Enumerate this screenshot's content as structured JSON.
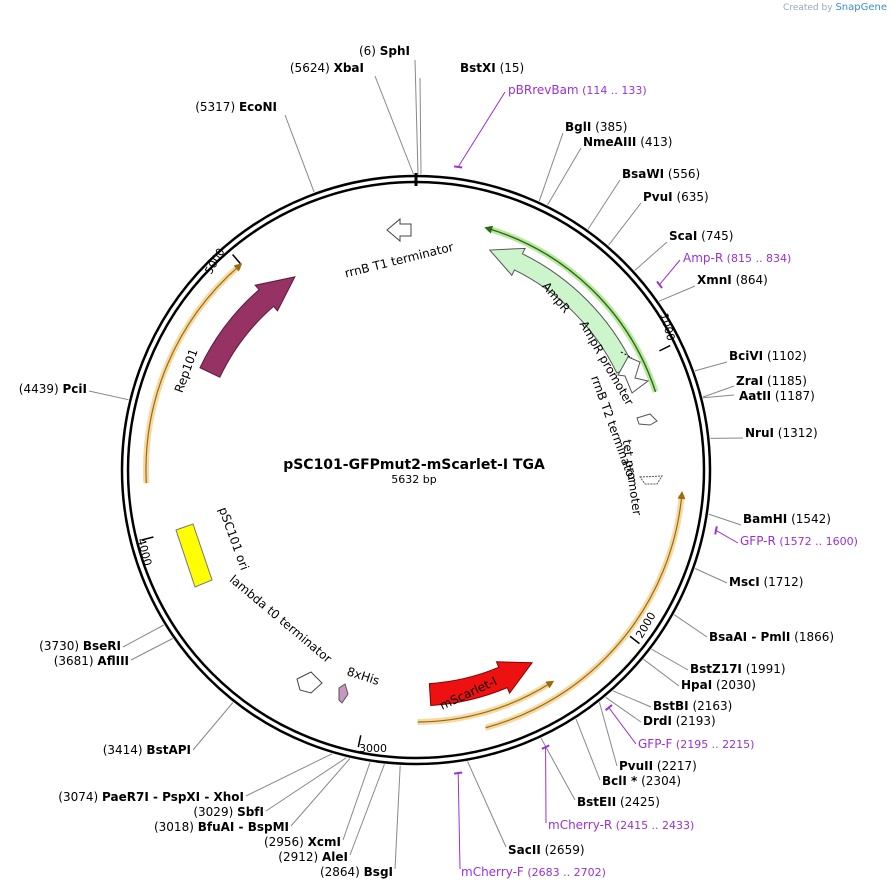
{
  "credit": {
    "prefix": "Created by",
    "brand": "SnapGene"
  },
  "plasmid": {
    "name": "pSC101-GFPmut2-mScarlet-I TGA",
    "length_label": "5632 bp",
    "length": 5632
  },
  "ticks": [
    "1000",
    "2000",
    "3000",
    "4000",
    "5000"
  ],
  "sites": [
    {
      "pos": "(6)",
      "name": "SphI"
    },
    {
      "pos": "(15)",
      "name": "BstXI"
    },
    {
      "pos": "(5624)",
      "name": "XbaI"
    },
    {
      "pos": "(5317)",
      "name": "EcoNI"
    },
    {
      "pos": "(385)",
      "name": "BglI"
    },
    {
      "pos": "(413)",
      "name": "NmeAIII"
    },
    {
      "pos": "(556)",
      "name": "BsaWI"
    },
    {
      "pos": "(635)",
      "name": "PvuI"
    },
    {
      "pos": "(745)",
      "name": "ScaI"
    },
    {
      "pos": "(864)",
      "name": "XmnI"
    },
    {
      "pos": "(1102)",
      "name": "BciVI"
    },
    {
      "pos": "(1185)",
      "name": "ZraI"
    },
    {
      "pos": "(1187)",
      "name": "AatII"
    },
    {
      "pos": "(1312)",
      "name": "NruI"
    },
    {
      "pos": "(1542)",
      "name": "BamHI"
    },
    {
      "pos": "(1712)",
      "name": "MscI"
    },
    {
      "pos": "(1866)",
      "name": "BsaAI  -  PmlI"
    },
    {
      "pos": "(1991)",
      "name": "BstZ17I"
    },
    {
      "pos": "(2030)",
      "name": "HpaI"
    },
    {
      "pos": "(2163)",
      "name": "BstBI"
    },
    {
      "pos": "(2193)",
      "name": "DrdI"
    },
    {
      "pos": "(2217)",
      "name": "PvuII"
    },
    {
      "pos": "(2304)",
      "name": "BclI *"
    },
    {
      "pos": "(2425)",
      "name": "BstEII"
    },
    {
      "pos": "(2659)",
      "name": "SacII"
    },
    {
      "pos": "(4439)",
      "name": "PciI"
    },
    {
      "pos": "(3730)",
      "name": "BseRI"
    },
    {
      "pos": "(3681)",
      "name": "AflIII"
    },
    {
      "pos": "(3414)",
      "name": "BstAPI"
    },
    {
      "pos": "(3074)",
      "name": "PaeR7I  -  PspXI  -  XhoI"
    },
    {
      "pos": "(3029)",
      "name": "SbfI"
    },
    {
      "pos": "(3018)",
      "name": "BfuAI  -  BspMI"
    },
    {
      "pos": "(2956)",
      "name": "XcmI"
    },
    {
      "pos": "(2912)",
      "name": "AleI"
    },
    {
      "pos": "(2864)",
      "name": "BsgI"
    }
  ],
  "primers": [
    {
      "name": "pBRrevBam",
      "range": "(114 .. 133)"
    },
    {
      "name": "Amp-R",
      "range": "(815 .. 834)"
    },
    {
      "name": "GFP-R",
      "range": "(1572 .. 1600)"
    },
    {
      "name": "GFP-F",
      "range": "(2195 .. 2215)"
    },
    {
      "name": "mCherry-R",
      "range": "(2415 .. 2433)"
    },
    {
      "name": "mCherry-F",
      "range": "(2683 .. 2702)"
    }
  ],
  "features": [
    {
      "name": "rrnB T1 terminator",
      "color": "#ffffff"
    },
    {
      "name": "AmpR",
      "color": "#ccf5cc"
    },
    {
      "name": "AmpR promoter",
      "color": "#ffffff"
    },
    {
      "name": "rrnB T2 terminator",
      "color": "#ffffff"
    },
    {
      "name": "tet promoter",
      "color": "#ffffff"
    },
    {
      "name": "mScarlet-I",
      "color": "#ee1111"
    },
    {
      "name": "8xHis",
      "color": "#c898c0"
    },
    {
      "name": "lambda t0 terminator",
      "color": "#ffffff"
    },
    {
      "name": "pSC101 ori",
      "color": "#ffff00"
    },
    {
      "name": "Rep101",
      "color": "#963264"
    }
  ],
  "colors": {
    "primer": "#9b30d9",
    "orf_fill": "#f5d9a0",
    "orf_stroke": "#e8b040",
    "orf_arrow": "#9a6a10"
  }
}
